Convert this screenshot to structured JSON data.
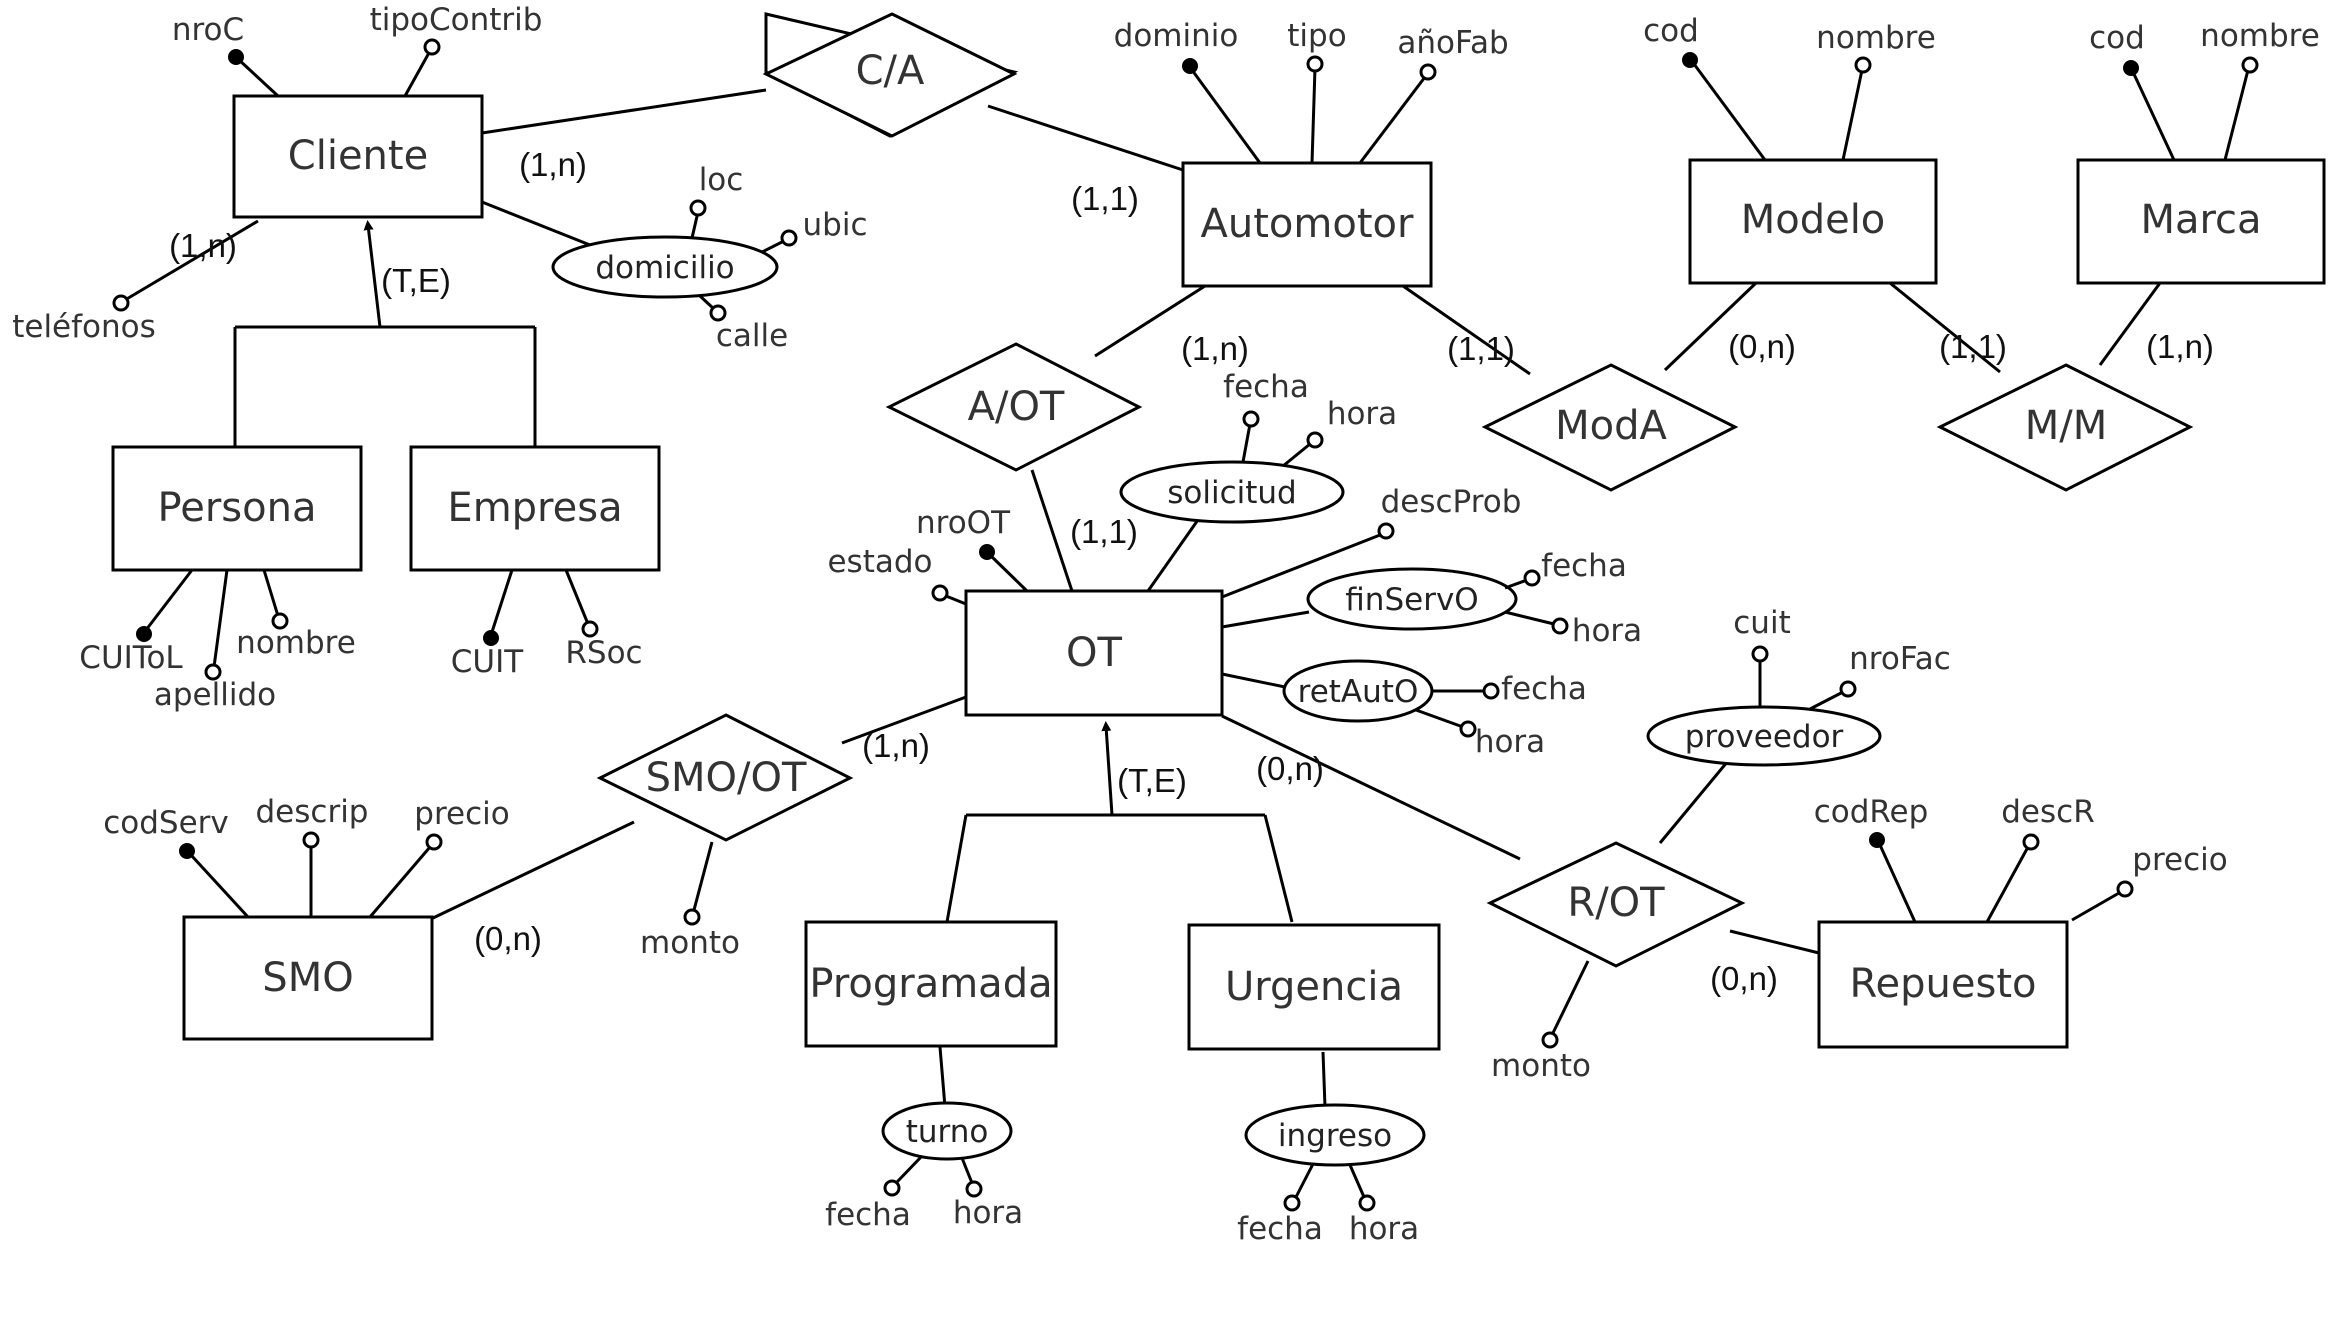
{
  "entities": {
    "cliente": "Cliente",
    "automotor": "Automotor",
    "modelo": "Modelo",
    "marca": "Marca",
    "persona": "Persona",
    "empresa": "Empresa",
    "ot": "OT",
    "smo": "SMO",
    "programada": "Programada",
    "urgencia": "Urgencia",
    "repuesto": "Repuesto"
  },
  "relationships": {
    "ca": "C/A",
    "aot": "A/OT",
    "moda": "ModA",
    "mm": "M/M",
    "smoot": "SMO/OT",
    "rot": "R/OT"
  },
  "composites": {
    "cliente_domicilio": "domicilio",
    "ot_solicitud": "solicitud",
    "ot_finservo": "finServO",
    "ot_retauto": "retAutO",
    "rot_proveedor": "proveedor",
    "programada_turno": "turno",
    "urgencia_ingreso": "ingreso"
  },
  "attributes": {
    "cliente_nroc": "nroC",
    "cliente_tipocontrib": "tipoContrib",
    "cliente_telefonos": "teléfonos",
    "domicilio_loc": "loc",
    "domicilio_ubic": "ubic",
    "domicilio_calle": "calle",
    "automotor_dominio": "dominio",
    "automotor_tipo": "tipo",
    "automotor_anofab": "añoFab",
    "modelo_cod": "cod",
    "modelo_nombre": "nombre",
    "marca_cod": "cod",
    "marca_nombre": "nombre",
    "persona_cuitol": "CUIToL",
    "persona_apellido": "apellido",
    "persona_nombre": "nombre",
    "empresa_cuit": "CUIT",
    "empresa_rsoc": "RSoc",
    "ot_nroot": "nroOT",
    "ot_estado": "estado",
    "ot_descprob": "descProb",
    "solicitud_fecha": "fecha",
    "solicitud_hora": "hora",
    "finservo_fecha": "fecha",
    "finservo_hora": "hora",
    "retauto_fecha": "fecha",
    "retauto_hora": "hora",
    "proveedor_cuit": "cuit",
    "proveedor_nrofac": "nroFac",
    "smo_codserv": "codServ",
    "smo_descrip": "descrip",
    "smo_precio": "precio",
    "smoot_monto": "monto",
    "turno_fecha": "fecha",
    "turno_hora": "hora",
    "ingreso_fecha": "fecha",
    "ingreso_hora": "hora",
    "rot_monto": "monto",
    "repuesto_codrep": "codRep",
    "repuesto_descr": "descR",
    "repuesto_precio": "precio"
  },
  "cardinalities": {
    "cliente_ca": "(1,n)",
    "automotor_ca": "(1,1)",
    "cliente_telefonos": "(1,n)",
    "automotor_aot": "(1,n)",
    "automotor_moda": "(1,1)",
    "modelo_moda": "(0,n)",
    "modelo_mm": "(1,1)",
    "marca_mm": "(1,n)",
    "ot_aot": "(1,1)",
    "ot_smoot": "(1,n)",
    "smo_smoot": "(0,n)",
    "ot_rot": "(0,n)",
    "repuesto_rot": "(0,n)"
  },
  "hierarchies": {
    "cliente": "(T,E)",
    "ot": "(T,E)"
  }
}
